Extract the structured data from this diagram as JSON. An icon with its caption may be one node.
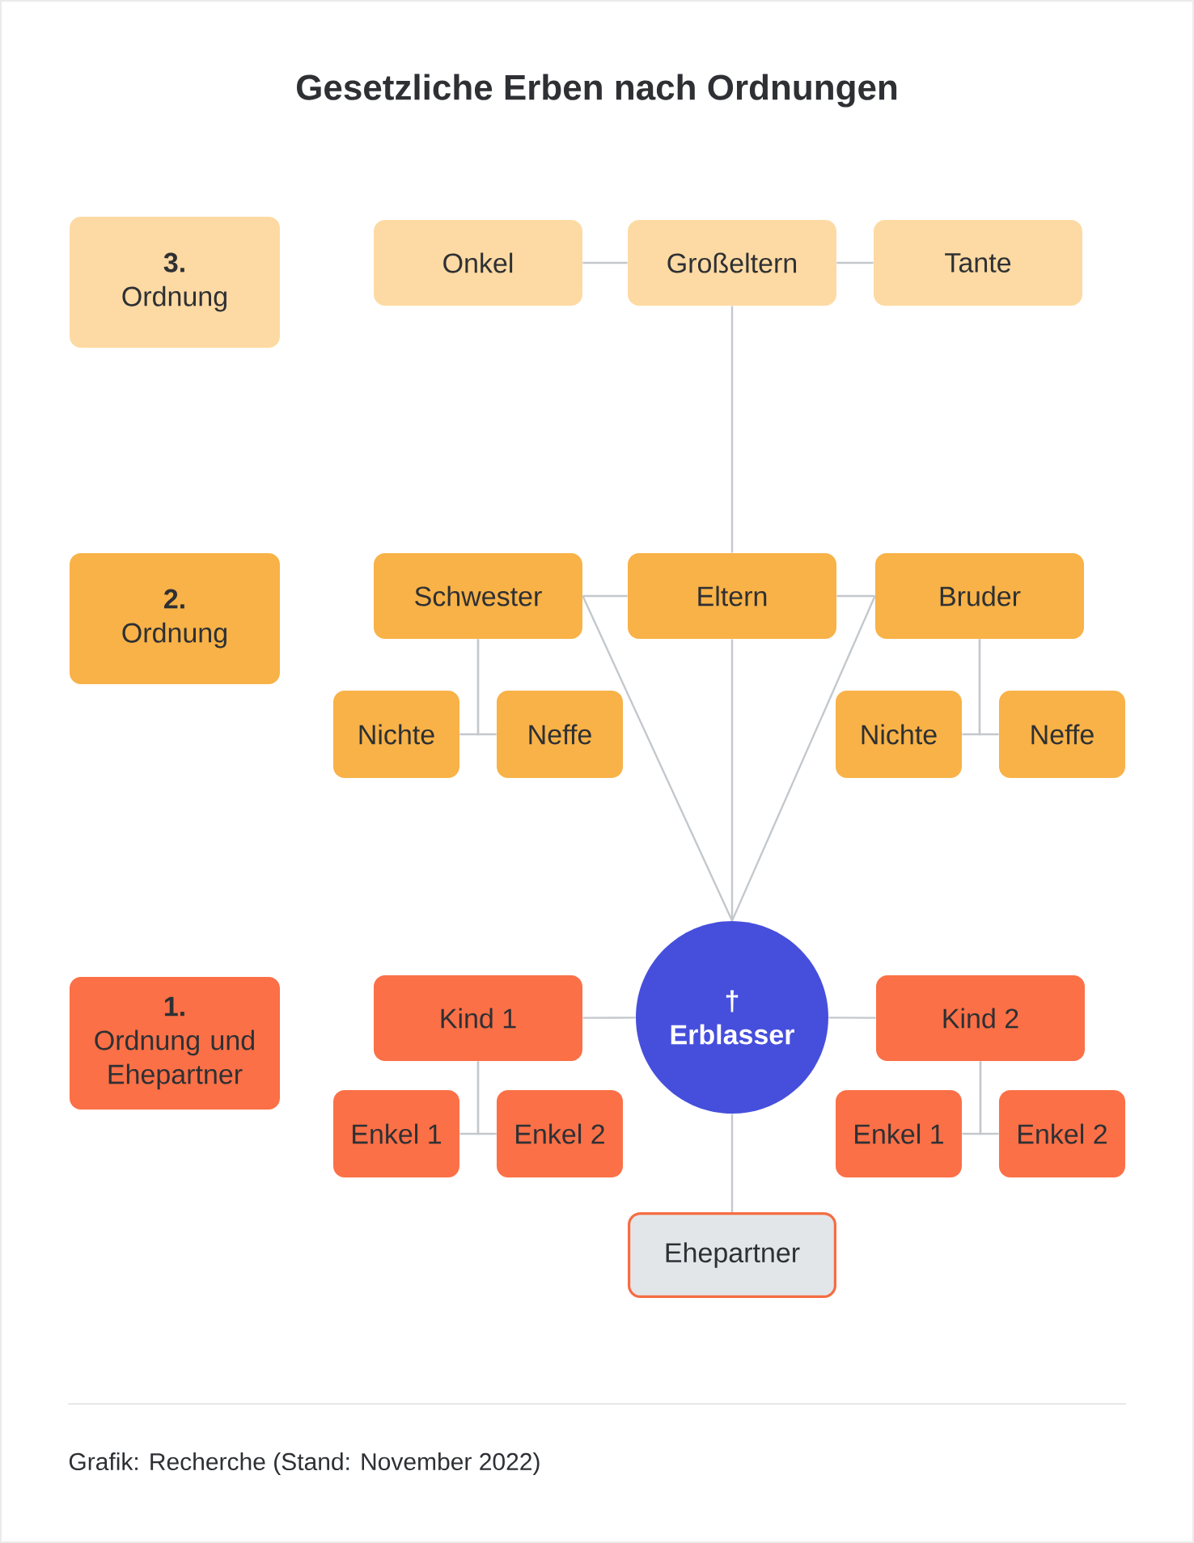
{
  "diagram": {
    "title": "Gesetzliche Erben nach Ordnungen",
    "caption": "Grafik: Recherche (Stand: November 2022)",
    "nodes": [
      {
        "text": [
          "3.",
          "Ordnung"
        ]
      },
      {
        "text": [
          "Onkel"
        ]
      },
      {
        "text": [
          "Großeltern"
        ]
      },
      {
        "text": [
          "Tante"
        ]
      },
      {
        "text": [
          "2.",
          "Ordnung"
        ]
      },
      {
        "text": [
          "Schwester"
        ]
      },
      {
        "text": [
          "Eltern"
        ]
      },
      {
        "text": [
          "Bruder"
        ]
      },
      {
        "text": [
          "Nichte"
        ]
      },
      {
        "text": [
          "Neffe"
        ]
      },
      {
        "text": [
          "Nichte"
        ]
      },
      {
        "text": [
          "Neffe"
        ]
      },
      {
        "text": [
          "1.",
          "Ordnung und Ehepartner"
        ]
      },
      {
        "text": [
          "Kind 1"
        ]
      },
      {
        "text": [
          "†",
          "Erblasser"
        ]
      },
      {
        "text": [
          "Kind 2"
        ]
      },
      {
        "text": [
          "Enkel 1"
        ]
      },
      {
        "text": [
          "Enkel 2"
        ]
      },
      {
        "text": [
          "Enkel 1"
        ]
      },
      {
        "text": [
          "Enkel 2"
        ]
      },
      {
        "text": [
          "Ehepartner"
        ]
      }
    ],
    "edges": [
      {
        "from": 1,
        "to": 2,
        "arrow": "none"
      },
      {
        "from": 2,
        "to": 3,
        "arrow": "none"
      },
      {
        "from": 2,
        "to": 6,
        "arrow": "none"
      },
      {
        "from": 5,
        "to": 6,
        "arrow": "none"
      },
      {
        "from": 6,
        "to": 7,
        "arrow": "none"
      },
      {
        "from": 5,
        "to": 8,
        "arrow": "none"
      },
      {
        "from": 5,
        "to": 9,
        "arrow": "none"
      },
      {
        "from": 7,
        "to": 10,
        "arrow": "none"
      },
      {
        "from": 7,
        "to": 11,
        "arrow": "none"
      },
      {
        "from": 5,
        "to": 14,
        "arrow": "none"
      },
      {
        "from": 6,
        "to": 14,
        "arrow": "none"
      },
      {
        "from": 7,
        "to": 14,
        "arrow": "none"
      },
      {
        "from": 13,
        "to": 14,
        "arrow": "none"
      },
      {
        "from": 14,
        "to": 15,
        "arrow": "none"
      },
      {
        "from": 13,
        "to": 16,
        "arrow": "none"
      },
      {
        "from": 13,
        "to": 17,
        "arrow": "none"
      },
      {
        "from": 15,
        "to": 18,
        "arrow": "none"
      },
      {
        "from": 15,
        "to": 19,
        "arrow": "none"
      },
      {
        "from": 14,
        "to": 20,
        "arrow": "none"
      }
    ]
  }
}
